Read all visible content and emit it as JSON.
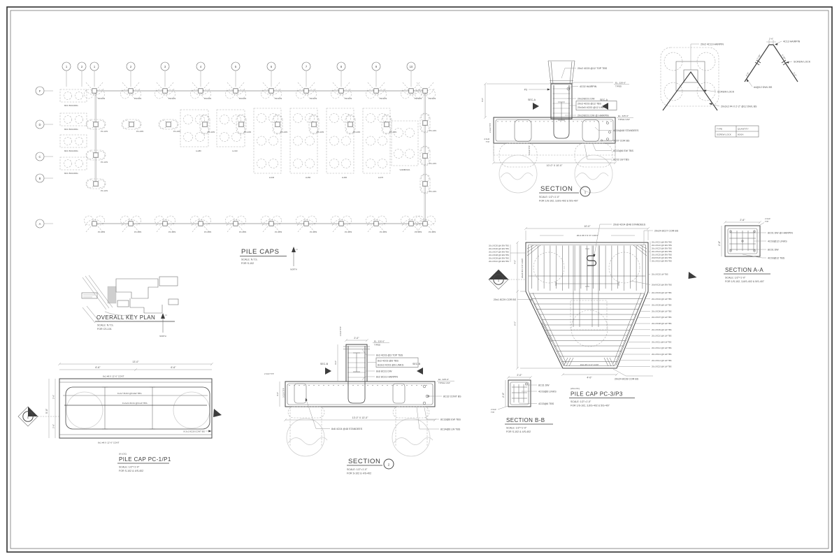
{
  "plan": {
    "title": "PILE CAPS",
    "scale": "SCALE: N.T.S.",
    "ref": "FOR S-102",
    "north": "NORTH",
    "north_n": "N",
    "grid_cols": [
      "1",
      "2",
      "1",
      "2",
      "3",
      "4",
      "5",
      "6",
      "7",
      "8",
      "9",
      "10"
    ],
    "grid_rows": [
      "F",
      "D",
      "C",
      "B",
      "A"
    ],
    "pc1": "PC-1/P1",
    "pc2": "PC-2/P2",
    "pc3": "PC-3/P3",
    "mcc": "MCC BUILDING",
    "equipment": [
      "H-280",
      "H-310",
      "H-440",
      "H-450",
      "H-460",
      "H-470"
    ],
    "vessel": "V100B/V101"
  },
  "key_plan": {
    "title": "OVERALL KEY PLAN",
    "scale": "SCALE: N.T.S.",
    "ref": "FOR CS-101",
    "north": "NORTH",
    "north_n": "N"
  },
  "section1": {
    "title": "SECTION",
    "bubble": "1",
    "scale": "SCALE: 1/2\"=1'-0\"",
    "ref": "FOR 1/S-102, 3,6/S-402 & 5/S-407",
    "top_ties": "20x2 4C03 @12 TOP TBS",
    "hairpin": "4C02 HAIRPIN",
    "el_ped": "EL. 326'-6\"",
    "el_ped2": "T/PED",
    "p3": "P3",
    "sec_a": "SEC-A",
    "dw": "20x2/8C01 DW",
    "ties": "20x3 4C03 @12 TBS",
    "links": "20x3x5 4C03 @12 LINKS",
    "dw_hairpin": "20x2/8C01 DW @ HAIRPIN",
    "el_cap": "EL. 325'-6\"",
    "el_cap2": "T/PILE CAP",
    "standees": "4C04@48 STANDEES",
    "cor": "8C07 COR BS",
    "ew": "8C03@6 EW TBS",
    "lw": "8C02 LW TBS",
    "clr2a": "2 CLR",
    "clr2b": "TYP",
    "clr2v": "2 CLR TYP",
    "clr3v": "3 CLR TYP",
    "dim_h": "3'-0\"",
    "dim_plan": "10'-0\" X 10'-0\""
  },
  "screw_lock": {
    "hairpin20": "20x2 4C13 HAIRPIN",
    "screw": "SCREW LOCK",
    "dwl": "20x2x2 #4 X 2'-2\" @12 DWL BS",
    "dim_top": "2'-6\"",
    "hairpin": "4C13 HAIRPIN",
    "dim_slope": "1'-10\"",
    "dim_leg": "2'-2\"",
    "dwl2": "#4@12 DWL BS",
    "table": {
      "h1": "TYPE",
      "h2": "QUANTITY",
      "r1": "SCREW LOCK",
      "r2": "80 EA"
    }
  },
  "pc3_plan": {
    "loc": "(20-LOC)",
    "title": "PILE CAP PC-3/P3",
    "scale": "SCALE: 1/2\"=1'-0\"",
    "ref": "FOR 1/S-102, 3,6/S-402 & 5/S-407",
    "bubble": "1",
    "dim_top": "10'-0\"",
    "cont_top": "20x1 #8 X 9'-6\" CONT",
    "dim_left_a": "4'-0\"",
    "dim_left_b": "6'-0\"",
    "dim_bot": "4'-0\"",
    "cont_left": "20x24 #8 X 5'-6\" CONT",
    "cont_diag": "20x2x21 #8 X 5'-6\" CONT",
    "cont_bot": "20x1 #8 X 3'-6\" CONT",
    "standees": "20x8 4C04 @48 STANDEES",
    "cor_tr": "20x24 8C27 COR BS",
    "cor_left": "20x1 8C29 COR BS",
    "cor_bot": "20x24 8C28 COR BS",
    "left_labels": [
      "20x1 8C05 @6 EW TBS",
      "20x1 8C06 @6 EW TBS",
      "20x1 8C07 @6 EW TBS",
      "20x1 8C08 @6 EW TBS",
      "20x1 8C09 @6 EW TBS",
      "20x1 8C10 @6 EW TBS"
    ],
    "right_top": [
      "20x1 8C21 @6 EW TBS",
      "20x1 8C22 @6 EW TBS",
      "20x1 8C23 @6 EW TBS",
      "20x1 8C24 @6 EW TBS",
      "20x1 8C25 @6 EW TBS",
      "20x8 8C26 @6 EW TBS",
      "20x1 8C15 @6 EW TBS"
    ],
    "right_lw1": "20x1 8C02 LW TBS",
    "right_ew8": "20x8 8C20 @6 EW TBS",
    "right_lw": [
      "20x1 8C03 @6 LW TBS",
      "20x1 8C04 @6 LW TBS",
      "20x1 8C05 @6 LW TBS",
      "20x1 8C06 @6 LW TBS",
      "20x1 8C07 @6 LW TBS",
      "20x1 8C08 @6 LW TBS",
      "20x1 8C09 @6 LW TBS",
      "20x1 8C10 @6 LW TBS",
      "20x1 8C11 @6 LW TBS",
      "20x1 8C12 @6 LW TBS",
      "20x1 8C13 @6 LW TBS",
      "20x1 8C14 @6 LW TBS",
      "20x1 8C15 @6 LW TBS"
    ]
  },
  "section_aa": {
    "title": "SECTION A-A",
    "scale": "SCALE: 1/2\"=1'-0\"",
    "ref": "FOR 1/S-102, 3,6/S-402 & 5/S-407",
    "dim": "2'-6\"",
    "clr": "2 CLR",
    "typ": "TYP",
    "l1": "8C01 DW @ HAIRPIN",
    "l2": "4C03@12 LINKS",
    "l3": "8C01 DW",
    "l4": "4C03@12 TBS"
  },
  "section_bb": {
    "title": "SECTION B-B",
    "scale": "SCALE: 1/2\"=1'-0\"",
    "ref": "FOR S-102 & 4/S-402",
    "dim": "2'-0\"",
    "clr": "2 CLR",
    "typ": "TYP",
    "l1": "8C31 DW",
    "l2": "4C03@6 LINKS",
    "l3": "4C03@6 TBS"
  },
  "pc1_plan": {
    "loc": "(8-LOC)",
    "title": "PILE CAP PC-1/P1",
    "scale": "SCALE: 1/2\"=1'-0\"",
    "ref": "FOR S-102 & 4/S-402",
    "bubble": "2",
    "dim_top": "13'-0\"",
    "dim_half": "6'-6\"",
    "cont": "8x1 #8 X 12'-6\" CONT",
    "dim_left": "5'-0\"",
    "dim_l2": "2'-6\"",
    "ew": "8-2x7 8C33 @6 EW TBS",
    "lw": "8-2x21 8C34 @6 LW TBS",
    "cont_bs": "8-2x1 8C30 CONT BS"
  },
  "section2": {
    "title": "SECTION",
    "bubble": "2",
    "scale": "SCALE: 1/2\"=1'-0\"",
    "ref": "FOR S-102 & 4/S-402",
    "dim_ped": "2'-0\"",
    "el_ped": "EL. 326'-6\"",
    "el_ped2": "T/PED",
    "clr2typ": "2 CLR TYP",
    "clr3": "3 CLR TYP",
    "dim_h": "3'-0\"",
    "top_ties": "8x3 4C03 @3 TOP TBS",
    "ties": "8x3 4C03 @6 TBS",
    "links": "8x3x3 4C03 @6 LINKS",
    "dw": "8x8 8C31 DW",
    "hairpin": "8x2 8C31 HAIRPIN",
    "sec_b": "SEC-B",
    "el_cap": "EL. 325'-6\"",
    "el_cap2": "T/PILE CAP",
    "cont_bs": "8C32 CONT BS",
    "ew": "8C33@6 EW TBS",
    "lw": "8C34@6 LW TBS",
    "standees": "8x8 4C04 @48 STANDEES",
    "dim_plan": "13'-0\" X 13'-0\""
  }
}
